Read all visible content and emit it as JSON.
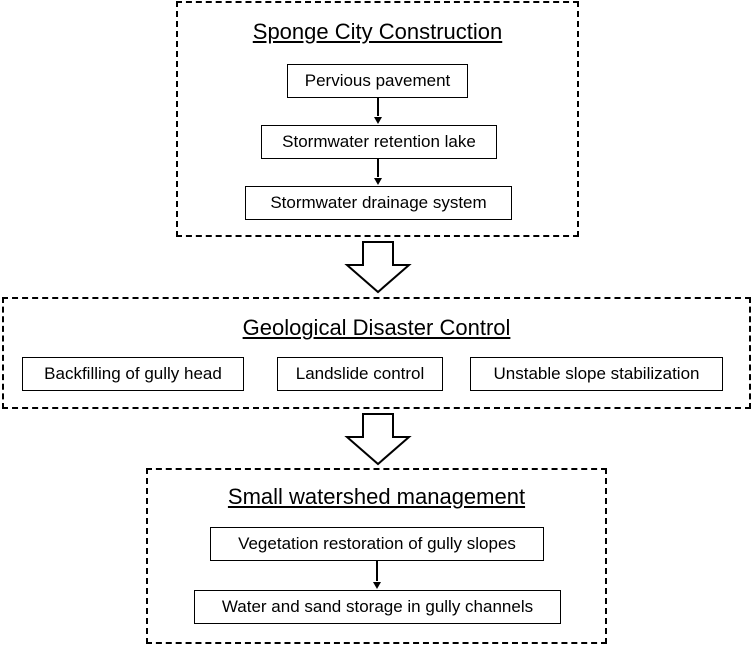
{
  "sections": [
    {
      "title": "Sponge City Construction",
      "items": [
        "Pervious pavement",
        "Stormwater retention lake",
        "Stormwater drainage system"
      ]
    },
    {
      "title": "Geological Disaster Control",
      "items": [
        "Backfilling of gully head",
        "Landslide control",
        "Unstable slope stabilization"
      ]
    },
    {
      "title": "Small watershed management",
      "items": [
        "Vegetation restoration of gully slopes",
        "Water and sand storage in gully channels"
      ]
    }
  ]
}
